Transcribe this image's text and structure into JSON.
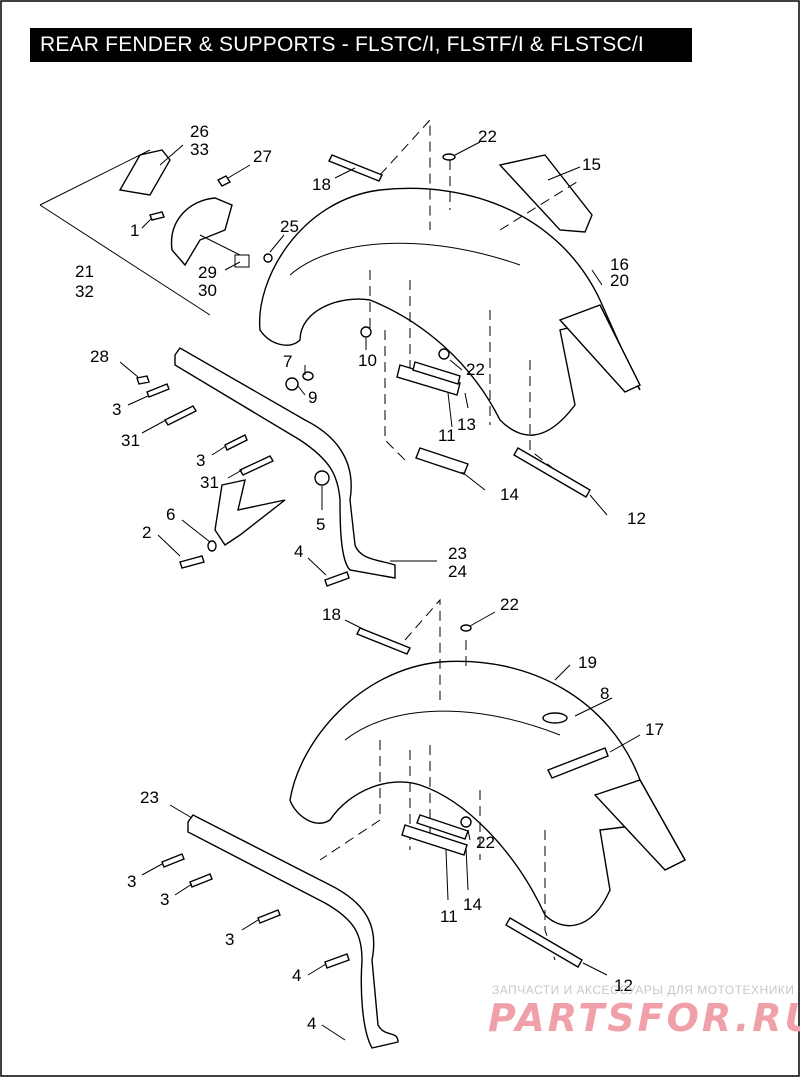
{
  "title": "REAR FENDER & SUPPORTS - FLSTC/I, FLSTF/I & FLSTSC/I",
  "callouts": {
    "c26_33": [
      "26",
      "33"
    ],
    "c27": "27",
    "c1": "1",
    "c21_32": [
      "21",
      "32"
    ],
    "c25": "25",
    "c29_30": [
      "29",
      "30"
    ],
    "c18_top": "18",
    "c22_top": "22",
    "c15": "15",
    "c16_20": [
      "16",
      "20"
    ],
    "c28": "28",
    "c7": "7",
    "c10": "10",
    "c22_mid": "22",
    "c3_a": "3",
    "c9": "9",
    "c31_a": "31",
    "c11_top": "11",
    "c13": "13",
    "c3_b": "3",
    "c31_b": "31",
    "c14_top": "14",
    "c6": "6",
    "c5": "5",
    "c12_top": "12",
    "c2": "2",
    "c23_24": [
      "23",
      "24"
    ],
    "c4_top": "4",
    "c18_bot": "18",
    "c22_bot": "22",
    "c19": "19",
    "c8": "8",
    "c17": "17",
    "c23_bot": "23",
    "c22_bot2": "22",
    "c3_c": "3",
    "c3_d": "3",
    "c11_bot": "11",
    "c14_bot": "14",
    "c3_e": "3",
    "c4_mid": "4",
    "c12_bot": "12",
    "c4_bot": "4"
  },
  "watermark": {
    "tagline": "ЗАПЧАСТИ И АКСЕССУАРЫ ДЛЯ МОТОТЕХНИКИ",
    "brand": "PARTSFOR.RU"
  }
}
